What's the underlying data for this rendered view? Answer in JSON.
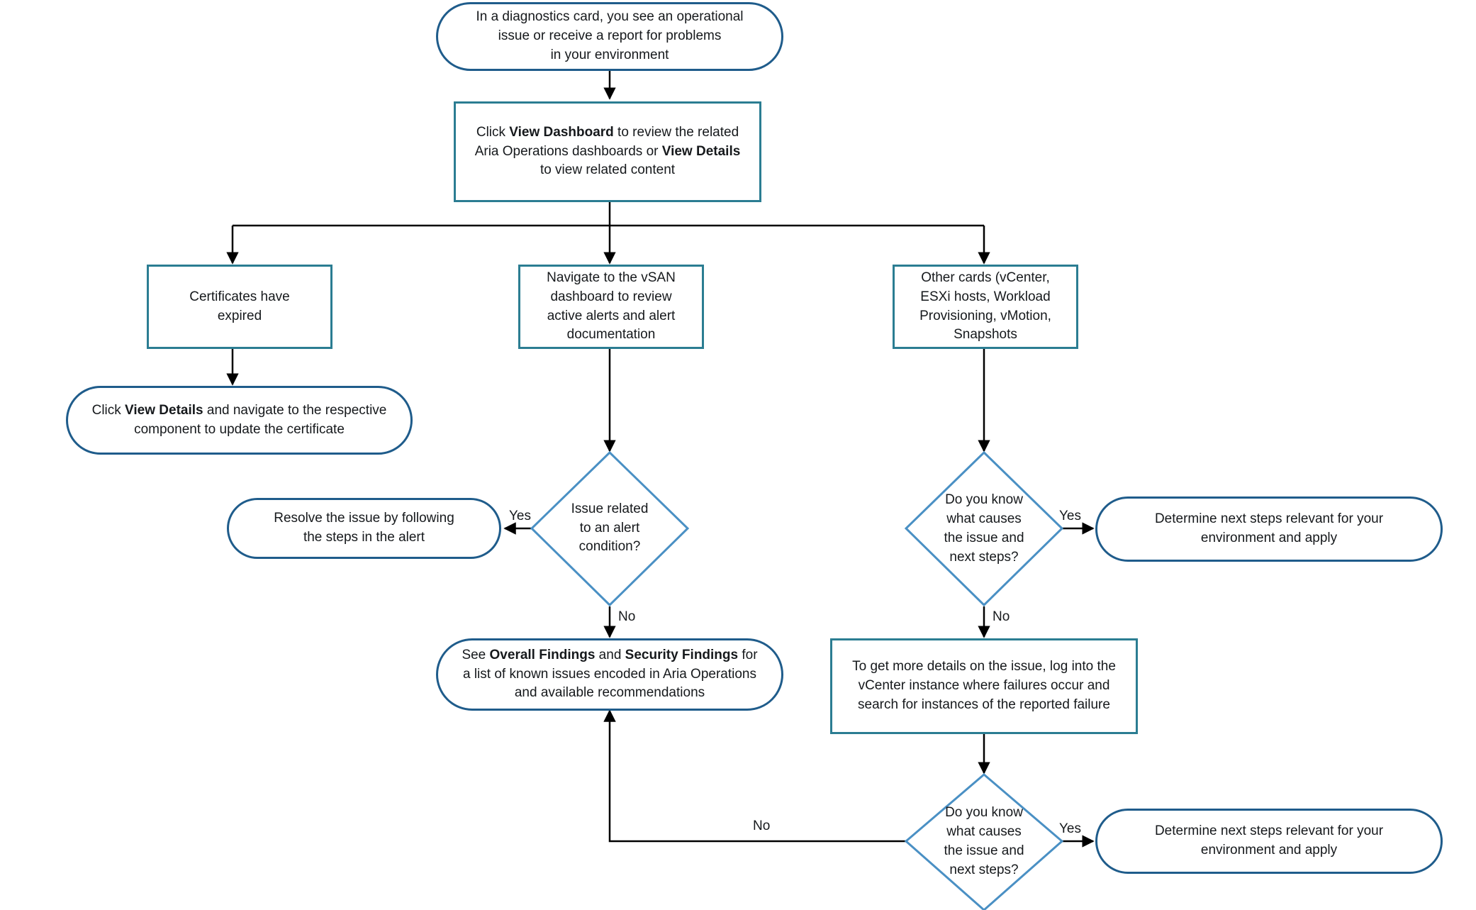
{
  "diagram": {
    "title": "Aria Operations diagnostics card troubleshooting flow",
    "colors": {
      "rounded_border": "#1f5c8b",
      "rect_border": "#2b7d92",
      "diamond_border": "#4a90c4",
      "arrow": "#000000",
      "text": "#16191c",
      "background": "#ffffff"
    }
  },
  "nodes": {
    "start": {
      "shape": "rounded",
      "lines": [
        "In a diagnostics  card, you see an operational",
        "issue or receive a report for problems",
        "in your environment"
      ]
    },
    "click_dashboard": {
      "shape": "rect",
      "segments": [
        {
          "text": "Click ",
          "bold": false
        },
        {
          "text": "View Dashboard",
          "bold": true
        },
        {
          "text": " to review the related Aria Operations dashboards or ",
          "bold": false
        },
        {
          "text": "View Details",
          "bold": true
        },
        {
          "text": " to view related content",
          "bold": false
        }
      ]
    },
    "certificates_expired": {
      "shape": "rect",
      "lines": [
        "Certificates have",
        "expired"
      ]
    },
    "vsan_dashboard": {
      "shape": "rect",
      "lines": [
        "Navigate to the vSAN",
        "dashboard to review",
        "active alerts and alert",
        "documentation"
      ]
    },
    "other_cards": {
      "shape": "rect",
      "lines": [
        "Other cards (vCenter,",
        "ESXi hosts, Workload",
        "Provisioning, vMotion,",
        "Snapshots"
      ]
    },
    "click_view_details": {
      "shape": "rounded",
      "segments": [
        {
          "text": "Click ",
          "bold": false
        },
        {
          "text": "View Details",
          "bold": true
        },
        {
          "text": " and navigate to the respective component to update the certificate",
          "bold": false
        }
      ]
    },
    "issue_related_alert": {
      "shape": "diamond",
      "lines": [
        "Issue related",
        "to an alert",
        "condition?"
      ]
    },
    "resolve_issue": {
      "shape": "rounded",
      "lines": [
        "Resolve the issue by following",
        "the steps in the alert"
      ]
    },
    "do_you_know_1": {
      "shape": "diamond",
      "lines": [
        "Do you know",
        "what causes",
        "the issue and",
        "next steps?"
      ]
    },
    "determine_next_steps_1": {
      "shape": "rounded",
      "lines": [
        "Determine next steps relevant for your",
        "environment and apply"
      ]
    },
    "findings": {
      "shape": "rounded",
      "segments": [
        {
          "text": "See ",
          "bold": false
        },
        {
          "text": "Overall Findings",
          "bold": true
        },
        {
          "text": " and ",
          "bold": false
        },
        {
          "text": "Security Findings",
          "bold": true
        },
        {
          "text": " for a list of known issues encoded in Aria Operations and available recommendations",
          "bold": false
        }
      ]
    },
    "get_more_details": {
      "shape": "rect",
      "lines": [
        "To get more details on the issue, log into the",
        "vCenter instance where failures occur and",
        "search for instances of the reported failure"
      ]
    },
    "do_you_know_2": {
      "shape": "diamond",
      "lines": [
        "Do you know",
        "what causes",
        "the issue and",
        "next steps?"
      ]
    },
    "determine_next_steps_2": {
      "shape": "rounded",
      "lines": [
        "Determine next steps relevant for your",
        "environment and apply"
      ]
    }
  },
  "edge_labels": {
    "alert_yes": "Yes",
    "alert_no": "No",
    "know1_yes": "Yes",
    "know1_no": "No",
    "know2_yes": "Yes",
    "know2_no": "No"
  }
}
